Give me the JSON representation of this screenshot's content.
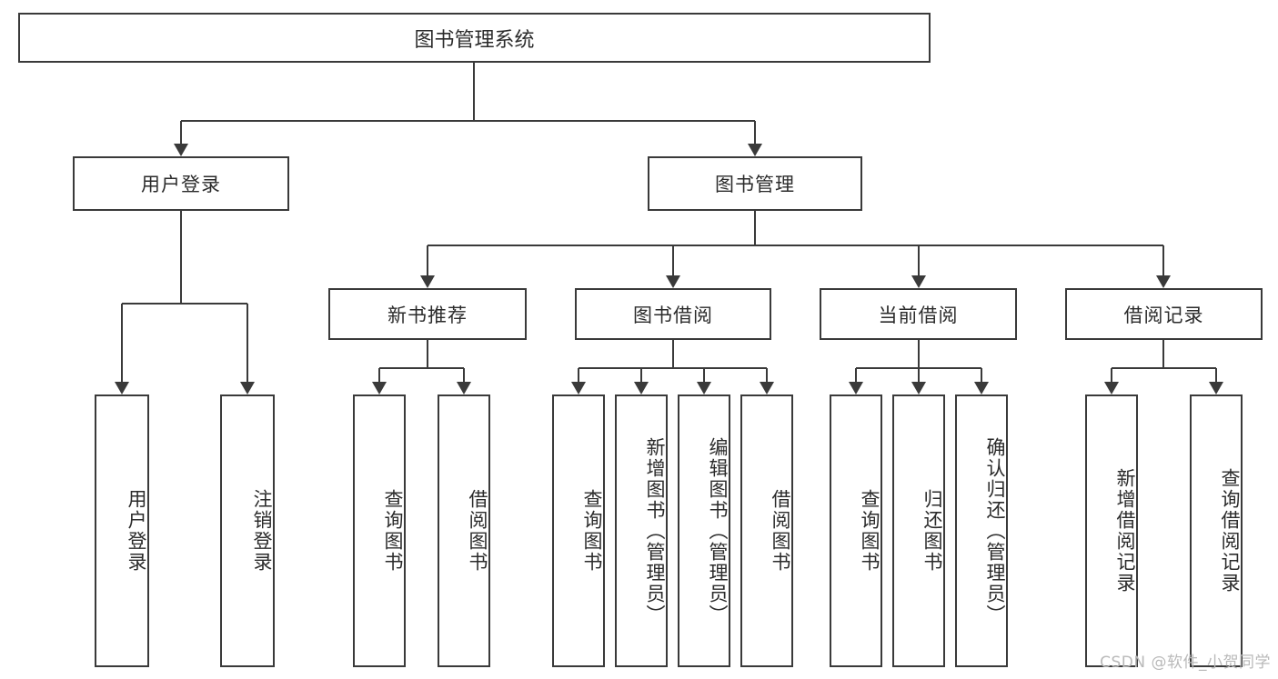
{
  "diagram": {
    "title": "图书管理系统",
    "type": "功能结构图",
    "watermark": "CSDN @软件_小贺同学",
    "colors": {
      "stroke": "#3a3a3a",
      "text": "#2b2b2b",
      "background": "#ffffff",
      "watermark": "#b9b9b9"
    },
    "levels": {
      "root": {
        "label": "图书管理系统"
      },
      "level2": [
        {
          "id": "user-login",
          "label": "用户登录"
        },
        {
          "id": "book-manage",
          "label": "图书管理"
        }
      ],
      "level3": [
        {
          "id": "new-book-recommend",
          "label": "新书推荐",
          "parent": "book-manage"
        },
        {
          "id": "book-borrow",
          "label": "图书借阅",
          "parent": "book-manage"
        },
        {
          "id": "current-borrow",
          "label": "当前借阅",
          "parent": "book-manage"
        },
        {
          "id": "borrow-record",
          "label": "借阅记录",
          "parent": "book-manage"
        }
      ],
      "leaves": [
        {
          "id": "leaf-user-login",
          "label": "用户登录",
          "parent": "user-login"
        },
        {
          "id": "leaf-logout-login",
          "label": "注销登录",
          "parent": "user-login"
        },
        {
          "id": "leaf-query-book-1",
          "label": "查询图书",
          "parent": "new-book-recommend"
        },
        {
          "id": "leaf-borrow-book-1",
          "label": "借阅图书",
          "parent": "new-book-recommend"
        },
        {
          "id": "leaf-query-book-2",
          "label": "查询图书",
          "parent": "book-borrow"
        },
        {
          "id": "leaf-add-book",
          "label": "新增图书（管理员）",
          "parent": "book-borrow"
        },
        {
          "id": "leaf-edit-book",
          "label": "编辑图书（管理员）",
          "parent": "book-borrow"
        },
        {
          "id": "leaf-borrow-book-2",
          "label": "借阅图书",
          "parent": "book-borrow"
        },
        {
          "id": "leaf-query-book-3",
          "label": "查询图书",
          "parent": "current-borrow"
        },
        {
          "id": "leaf-return-book",
          "label": "归还图书",
          "parent": "current-borrow"
        },
        {
          "id": "leaf-confirm-return",
          "label": "确认归还（管理员）",
          "parent": "current-borrow"
        },
        {
          "id": "leaf-add-record",
          "label": "新增借阅记录",
          "parent": "borrow-record"
        },
        {
          "id": "leaf-query-record",
          "label": "查询借阅记录",
          "parent": "borrow-record"
        }
      ]
    }
  }
}
